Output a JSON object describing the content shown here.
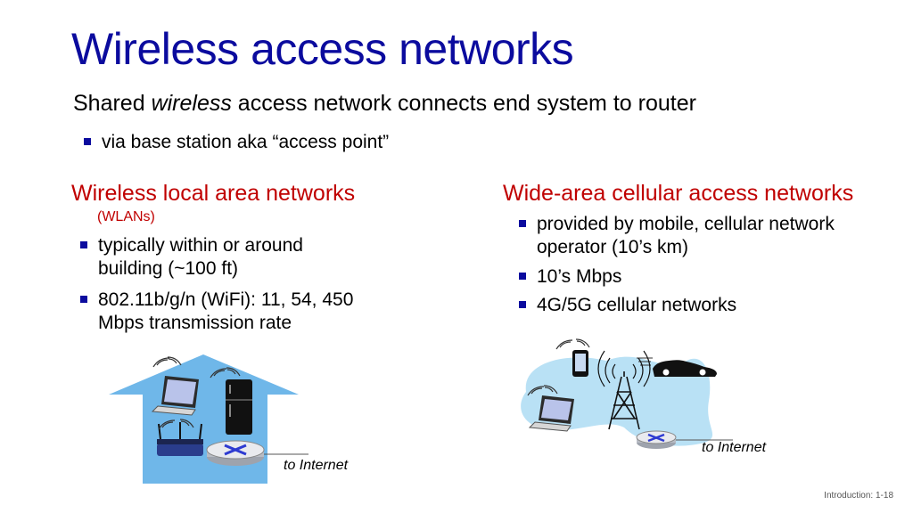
{
  "slide": {
    "title": "Wireless access networks",
    "subtitle_pre": "Shared ",
    "subtitle_em": "wireless",
    "subtitle_post": " access network connects end system to router",
    "sub_bullet": "via base station aka “access point”",
    "footer": "Introduction: 1-18"
  },
  "wlan": {
    "heading": "Wireless local area networks",
    "subheading": "(WLANs)",
    "bullets": [
      [
        "typically within or around",
        "building (~100 ft)"
      ],
      [
        "802.11b/g/n (WiFi): 11, 54, 450",
        "Mbps transmission rate"
      ]
    ],
    "caption": "to Internet"
  },
  "cellular": {
    "heading": "Wide-area cellular access networks",
    "bullets": [
      [
        "provided by mobile, cellular network",
        "operator (10’s km)"
      ],
      [
        "10’s Mbps"
      ],
      [
        "4G/5G cellular networks"
      ]
    ],
    "caption": "to Internet"
  },
  "colors": {
    "title_blue": "#0b0b9e",
    "heading_red": "#c00000",
    "house_blue": "#6fb7e9",
    "cell_region": "#b9e1f5"
  },
  "icons": [
    "laptop-icon",
    "refrigerator-icon",
    "wifi-router-icon",
    "router-icon",
    "phone-icon",
    "car-icon",
    "cell-tower-icon"
  ]
}
